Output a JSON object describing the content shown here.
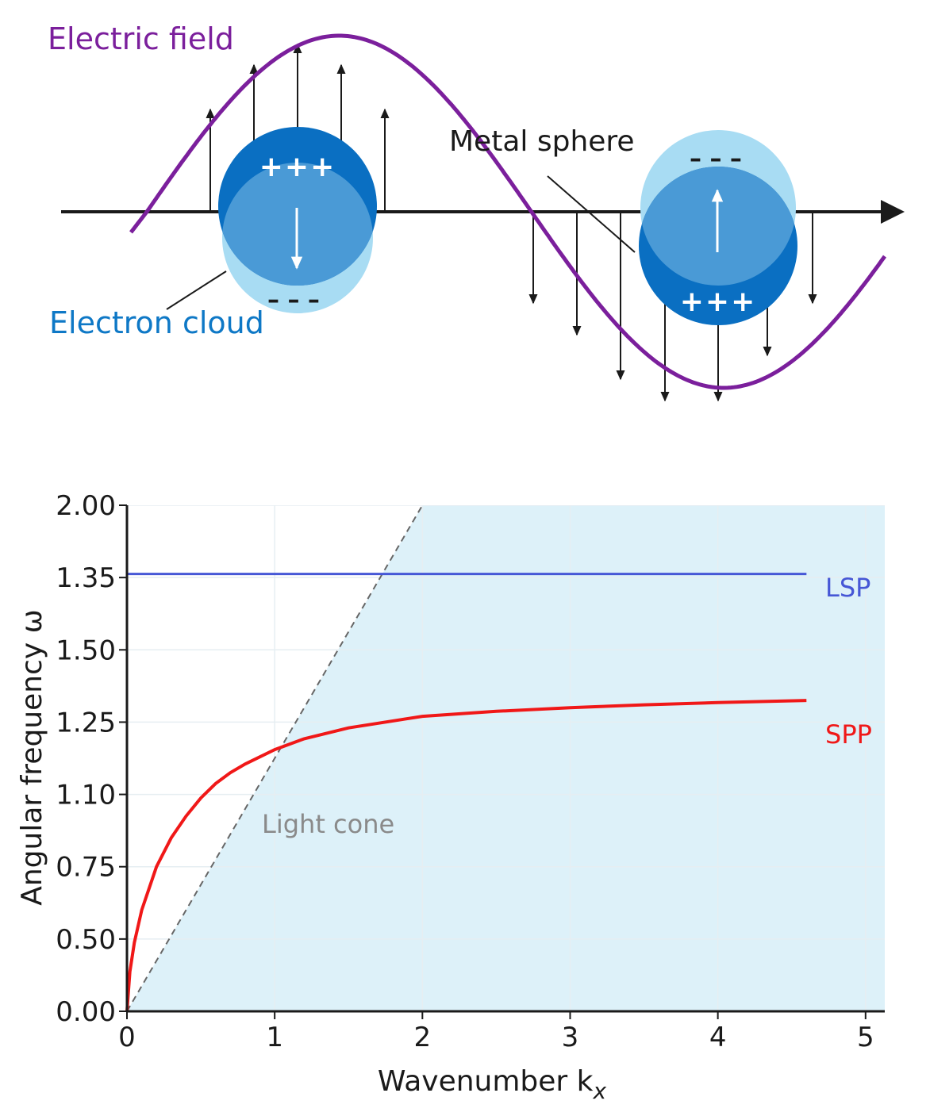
{
  "diagram": {
    "labels": {
      "electric_field": "Electric field",
      "metal_sphere": "Metal sphere",
      "electron_cloud": "Electron cloud",
      "left_sphere_top_charge": "+++",
      "left_sphere_bottom_charge": "– – –",
      "right_sphere_top_charge": "– – –",
      "right_sphere_bottom_charge": "+++"
    },
    "colors": {
      "field_wave": "#7b1f9c",
      "sphere_dark": "#0a6fc2",
      "sphere_mid": "#4a9ad6",
      "cloud_light": "#a8dcf3",
      "electron_cloud_label": "#0e78c6",
      "axis": "#1a1a1a"
    },
    "icons": [
      "field-arrow-icon",
      "dipole-arrow-icon",
      "axis-arrowhead-icon"
    ]
  },
  "chart_data": {
    "type": "line",
    "xlabel": "Wavenumber k",
    "xlabel_subscript": "x",
    "ylabel": "Angular frequency ω",
    "xlim": [
      0,
      5
    ],
    "x_ticks": [
      "0",
      "1",
      "2",
      "3",
      "4",
      "5"
    ],
    "y_ticks": [
      "0.00",
      "0.50",
      "0.75",
      "1.10",
      "1.25",
      "1.50",
      "1.35",
      "2.00"
    ],
    "grid": true,
    "shaded_region": "right of light cone",
    "series": [
      {
        "name": "LSP",
        "color": "#4657d6",
        "x": [
          0,
          4.6
        ],
        "y_tick_index": [
          6.05,
          6.05
        ]
      },
      {
        "name": "SPP",
        "color": "#f01818",
        "x": [
          0,
          0.02,
          0.05,
          0.1,
          0.2,
          0.3,
          0.4,
          0.5,
          0.6,
          0.7,
          0.8,
          1.0,
          1.2,
          1.5,
          2.0,
          2.5,
          3.0,
          3.5,
          4.0,
          4.6
        ],
        "y_tick_index": [
          0,
          0.55,
          0.95,
          1.4,
          2.0,
          2.4,
          2.7,
          2.95,
          3.15,
          3.3,
          3.42,
          3.62,
          3.77,
          3.92,
          4.08,
          4.15,
          4.2,
          4.24,
          4.27,
          4.3
        ]
      }
    ],
    "light_cone": {
      "label": "Light cone",
      "color": "#666666",
      "x": [
        0,
        2.0
      ],
      "y_tick_index": [
        0,
        7.0
      ]
    },
    "colors": {
      "shade": "#ddf1f9",
      "grid": "#e6eef2",
      "axis": "#1a1a1a",
      "light_cone_label": "#8a8a8a"
    }
  }
}
